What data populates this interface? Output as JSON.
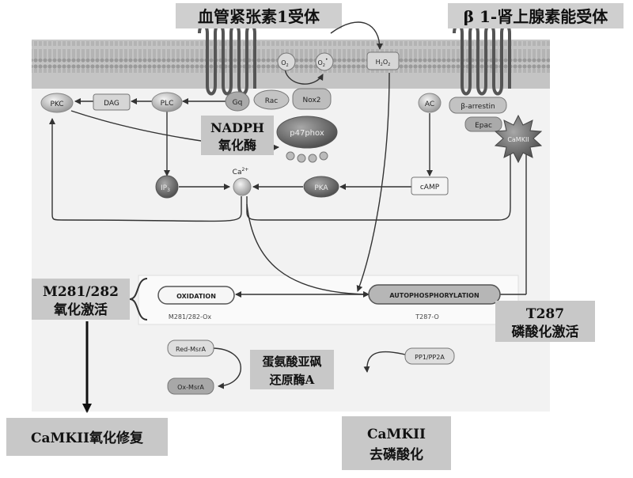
{
  "labels": {
    "at1r": "血管紧张素1受体",
    "beta1": "β 1-肾上腺素能受体",
    "nadph_line1": "NADPH",
    "nadph_line2": "氧化酶",
    "m281_line1": "M281/282",
    "m281_line2": "氧化激活",
    "t287_line1": "T287",
    "t287_line2": "磷酸化激活",
    "msra_line1": "蛋氨酸亚砜",
    "msra_line2": "还原酶A",
    "repair": "CaMKII氧化修复",
    "dephos_line1": "CaMKII",
    "dephos_line2": "去磷酸化"
  },
  "nodes": {
    "pkc": "PKC",
    "dag": "DAG",
    "plc": "PLC",
    "gq": "Gq",
    "rac": "Rac",
    "nox2": "Nox2",
    "p47phox": "p47phox",
    "o2": "O",
    "o2_sub": "2",
    "o2rad": "O",
    "o2rad_sub": "2",
    "o2rad_sup": "•",
    "h2o2_h": "H",
    "h2o2_sub1": "2",
    "h2o2_o": "O",
    "h2o2_sub2": "2",
    "ac": "AC",
    "beta_arrestin": "β-arrestin",
    "epac": "Epac",
    "camkii": "CaMKII",
    "ip3": "IP",
    "ip3_sub": "3",
    "ca": "Ca",
    "ca_sup": "2+",
    "pka": "PKA",
    "camp": "cAMP",
    "oxidation": "OXIDATION",
    "autophos": "AUTOPHOSPHORYLATION",
    "m281ox": "M281/282-Ox",
    "t287o": "T287-O",
    "red_msra": "Red-MsrA",
    "ox_msra": "Ox-MsrA",
    "pp1pp2a": "PP1/PP2A"
  },
  "colors": {
    "membrane": "#b4b4b4",
    "panel": "#f0f0f0",
    "node_fill": "#d6d6d6",
    "node_dark": "#8c8c8c",
    "label_box": "#c8c8c8",
    "line": "#333333"
  }
}
